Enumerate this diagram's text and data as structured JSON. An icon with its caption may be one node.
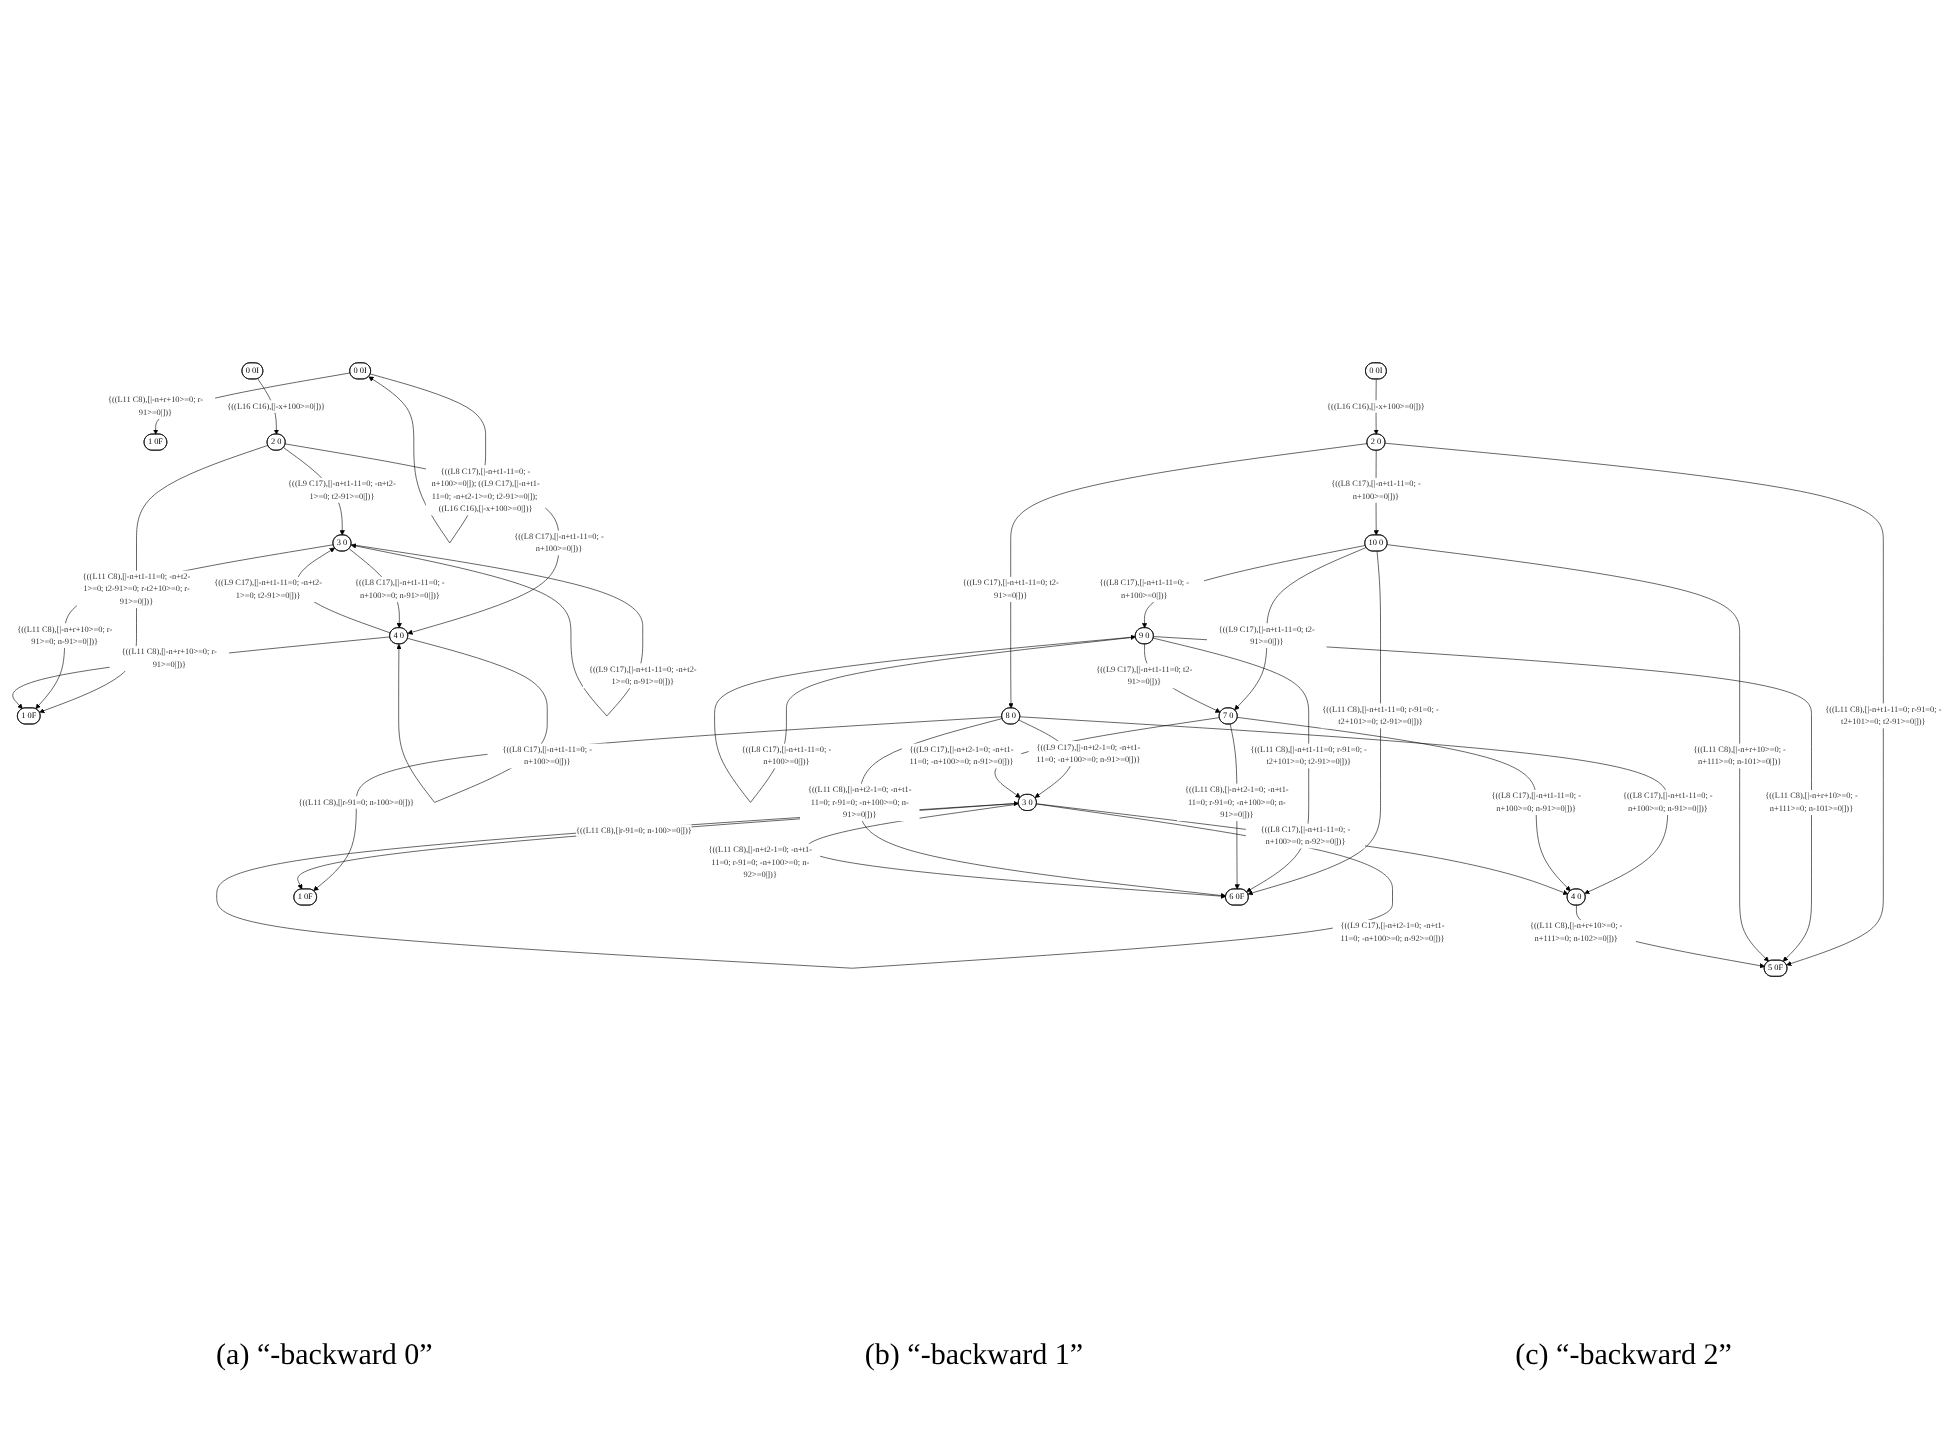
{
  "diagram": {
    "nodes": [
      {
        "text": [
          "0 0I"
        ]
      },
      {
        "text": [
          "1 0F"
        ]
      },
      {
        "text": [
          "0 0I"
        ]
      },
      {
        "text": [
          "2 0"
        ]
      },
      {
        "text": [
          "3 0"
        ]
      },
      {
        "text": [
          "4 0"
        ]
      },
      {
        "text": [
          "1 0F"
        ]
      },
      {
        "text": [
          "0 0I"
        ]
      },
      {
        "text": [
          "2 0"
        ]
      },
      {
        "text": [
          "10 0"
        ]
      },
      {
        "text": [
          "9 0"
        ]
      },
      {
        "text": [
          "8 0"
        ]
      },
      {
        "text": [
          "7 0"
        ]
      },
      {
        "text": [
          "3 0"
        ]
      },
      {
        "text": [
          "4 0"
        ]
      },
      {
        "text": [
          "1 0F"
        ]
      },
      {
        "text": [
          "6 0F"
        ]
      },
      {
        "text": [
          "5 0F"
        ]
      }
    ],
    "edges": [
      {
        "from": 0,
        "to": 0,
        "arrow": "to",
        "label": "{((L8 C17),[|-n+t1-11=0; -n+100>=0|]); ((L9 C17),[|-n+t1-11=0; -n+t2-1>=0; t2-91>=0|]); ((L16 C16),[|-x+100>=0|])}"
      },
      {
        "from": 0,
        "to": 1,
        "arrow": "to",
        "label": "{((L11 C8),[|-n+r+10>=0; r-91>=0|])}"
      },
      {
        "from": 2,
        "to": 3,
        "arrow": "to",
        "label": "{((L16 C16),[|-x+100>=0|])}"
      },
      {
        "from": 3,
        "to": 4,
        "arrow": "to",
        "label": "{((L9 C17),[|-n+t1-11=0; -n+t2-1>=0; t2-91>=0|])}"
      },
      {
        "from": 3,
        "to": 5,
        "arrow": "to",
        "label": "{((L8 C17),[|-n+t1-11=0; -n+100>=0|])}"
      },
      {
        "from": 3,
        "to": 6,
        "arrow": "to",
        "label": "{((L11 C8),[|-n+t1-11=0; -n+t2-1>=0; t2-91>=0; r-t2+10>=0; r-91>=0|])}"
      },
      {
        "from": 4,
        "to": 4,
        "arrow": "to",
        "label": "{((L9 C17),[|-n+t1-11=0; -n+t2-1>=0; n-91>=0|])}"
      },
      {
        "from": 4,
        "to": 5,
        "arrow": "to",
        "label": "{((L8 C17),[|-n+t1-11=0; -n+100>=0; n-91>=0|])}"
      },
      {
        "from": 5,
        "to": 4,
        "arrow": "to",
        "label": "{((L9 C17),[|-n+t1-11=0; -n+t2-1>=0; t2-91>=0|])}"
      },
      {
        "from": 5,
        "to": 5,
        "arrow": "to",
        "label": "{((L8 C17),[|-n+t1-11=0; -n+100>=0|])}"
      },
      {
        "from": 4,
        "to": 6,
        "arrow": "to",
        "label": "{((L11 C8),[|-n+r+10>=0; r-91>=0; n-91>=0|])}"
      },
      {
        "from": 5,
        "to": 6,
        "arrow": "to",
        "label": "{((L11 C8),[|-n+r+10>=0; r-91>=0|])}"
      },
      {
        "from": 7,
        "to": 8,
        "arrow": "to",
        "label": "{((L16 C16),[|-x+100>=0|])}"
      },
      {
        "from": 8,
        "to": 9,
        "arrow": "to",
        "label": "{((L8 C17),[|-n+t1-11=0; -n+100>=0|])}"
      },
      {
        "from": 8,
        "to": 11,
        "arrow": "to",
        "label": "{((L9 C17),[|-n+t1-11=0; t2-91>=0|])}"
      },
      {
        "from": 8,
        "to": 17,
        "arrow": "to",
        "label": "{((L11 C8),[|-n+t1-11=0; r-91=0; -t2+101>=0; t2-91>=0|])}"
      },
      {
        "from": 9,
        "to": 10,
        "arrow": "to",
        "label": "{((L8 C17),[|-n+t1-11=0; -n+100>=0|])}"
      },
      {
        "from": 10,
        "to": 10,
        "arrow": "to",
        "label": "{((L8 C17),[|-n+t1-11=0; -n+100>=0|])}"
      },
      {
        "from": 9,
        "to": 12,
        "arrow": "to",
        "label": "{((L9 C17),[|-n+t1-11=0; t2-91>=0|])}"
      },
      {
        "from": 10,
        "to": 12,
        "arrow": "to",
        "label": "{((L9 C17),[|-n+t1-11=0; t2-91>=0|])}"
      },
      {
        "from": 9,
        "to": 16,
        "arrow": "to",
        "label": "{((L11 C8),[|-n+t1-11=0; r-91=0; -t2+101>=0; t2-91>=0|])}"
      },
      {
        "from": 10,
        "to": 16,
        "arrow": "to",
        "label": "{((L11 C8),[|-n+t1-11=0; r-91=0; -t2+101>=0; t2-91>=0|])}"
      },
      {
        "from": 10,
        "to": 17,
        "arrow": "to",
        "label": "{((L11 C8),[|-n+r+10>=0; -n+111>=0; n-101>=0|])}"
      },
      {
        "from": 9,
        "to": 17,
        "arrow": "to",
        "label": "{((L11 C8),[|-n+r+10>=0; -n+111>=0; n-101>=0|])}"
      },
      {
        "from": 11,
        "to": 13,
        "arrow": "to",
        "label": "{((L9 C17),[|-n+t2-1=0; -n+t1-11=0; -n+100>=0; n-91>=0|])}"
      },
      {
        "from": 12,
        "to": 13,
        "arrow": "to",
        "label": "{((L9 C17),[|-n+t2-1=0; -n+t1-11=0; -n+100>=0; n-91>=0|])}"
      },
      {
        "from": 13,
        "to": 13,
        "arrow": "to",
        "label": "{((L9 C17),[|-n+t2-1=0; -n+t1-11=0; -n+100>=0; n-92>=0|])}"
      },
      {
        "from": 11,
        "to": 15,
        "arrow": "to",
        "label": "{((L11 C8),[|r-91=0; n-100>=0|])}"
      },
      {
        "from": 11,
        "to": 14,
        "arrow": "to",
        "label": "{((L8 C17),[|-n+t1-11=0; -n+100>=0; n-91>=0|])}"
      },
      {
        "from": 12,
        "to": 14,
        "arrow": "to",
        "label": "{((L8 C17),[|-n+t1-11=0; -n+100>=0; n-91>=0|])}"
      },
      {
        "from": 13,
        "to": 14,
        "arrow": "to",
        "label": "{((L8 C17),[|-n+t1-11=0; -n+100>=0; n-92>=0|])}"
      },
      {
        "from": 13,
        "to": 15,
        "arrow": "to",
        "label": "{((L11 C8),[|r-91=0; n-100>=0|])}"
      },
      {
        "from": 12,
        "to": 16,
        "arrow": "to",
        "label": "{((L11 C8),[|-n+t2-1=0; -n+t1-11=0; r-91=0; -n+100>=0; n-91>=0|])}"
      },
      {
        "from": 11,
        "to": 16,
        "arrow": "to",
        "label": "{((L11 C8),[|-n+t2-1=0; -n+t1-11=0; r-91=0; -n+100>=0; n-91>=0|])}"
      },
      {
        "from": 13,
        "to": 16,
        "arrow": "to",
        "label": "{((L11 C8),[|-n+t2-1=0; -n+t1-11=0; r-91=0; -n+100>=0; n-92>=0|])}"
      },
      {
        "from": 14,
        "to": 17,
        "arrow": "to",
        "label": "{((L11 C8),[|-n+r+10>=0; -n+111>=0; n-102>=0|])}"
      }
    ],
    "labels": [
      "(a) “-backward 0”",
      "(b) “-backward 1”",
      "(c) “-backward 2”"
    ]
  }
}
